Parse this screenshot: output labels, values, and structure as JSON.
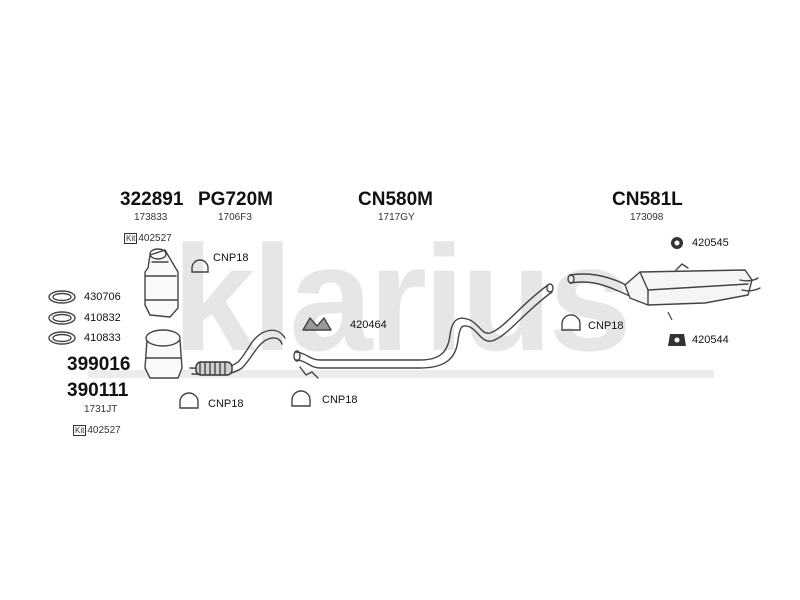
{
  "watermark": "klarius",
  "parts": {
    "p322891": {
      "code": "322891",
      "ref": "173833"
    },
    "pPG720M": {
      "code": "PG720M",
      "ref": "1706F3"
    },
    "pCN580M": {
      "code": "CN580M",
      "ref": "1717GY"
    },
    "pCN581L": {
      "code": "CN581L",
      "ref": "173098"
    },
    "p399016": {
      "code": "399016"
    },
    "p390111": {
      "code": "390111",
      "ref": "1731JT"
    }
  },
  "kits": {
    "kit1": {
      "box": "Kit",
      "ref": "402527"
    },
    "kit2": {
      "box": "Kit",
      "ref": "402527"
    }
  },
  "gaskets": [
    "430706",
    "410832",
    "410833"
  ],
  "clamps": {
    "c1": "CNP18",
    "c2": "CNP18",
    "c3": "CNP18",
    "c4": "CNP18"
  },
  "mounts": {
    "m1": "420464",
    "m2": "420545",
    "m3": "420544"
  },
  "colors": {
    "line": "#444444",
    "watermark": "#e3e3e3",
    "text": "#111111"
  }
}
